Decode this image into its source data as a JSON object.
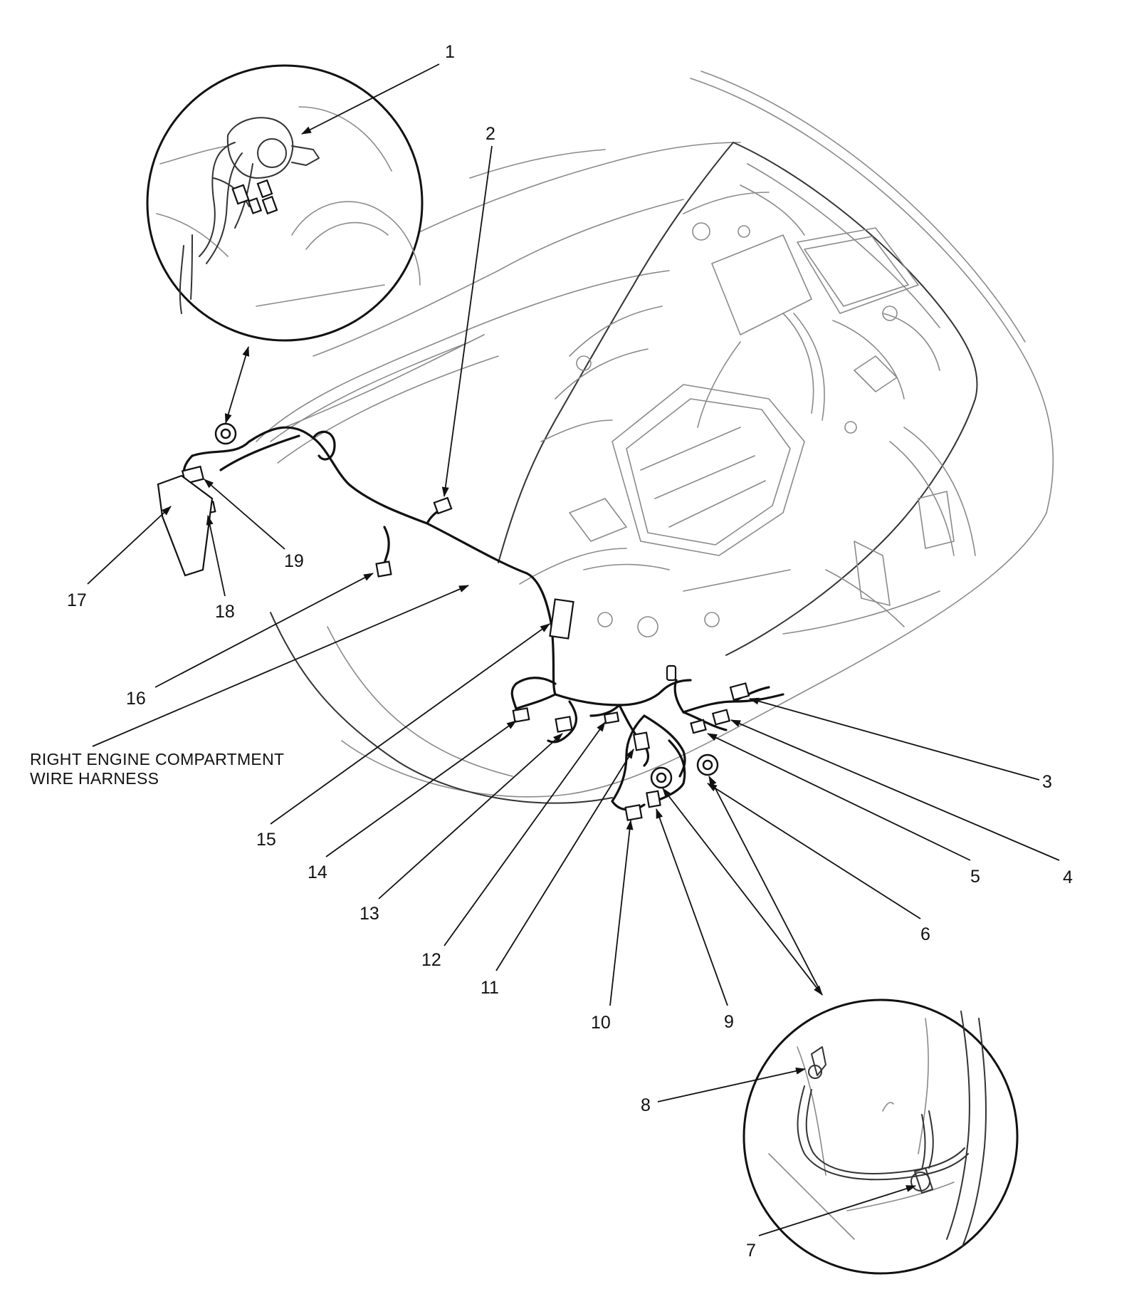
{
  "diagram": {
    "caption_line1": "RIGHT ENGINE COMPARTMENT",
    "caption_line2": "WIRE HARNESS",
    "callouts": [
      "1",
      "2",
      "3",
      "4",
      "5",
      "6",
      "7",
      "8",
      "9",
      "10",
      "11",
      "12",
      "13",
      "14",
      "15",
      "16",
      "17",
      "18",
      "19"
    ]
  }
}
